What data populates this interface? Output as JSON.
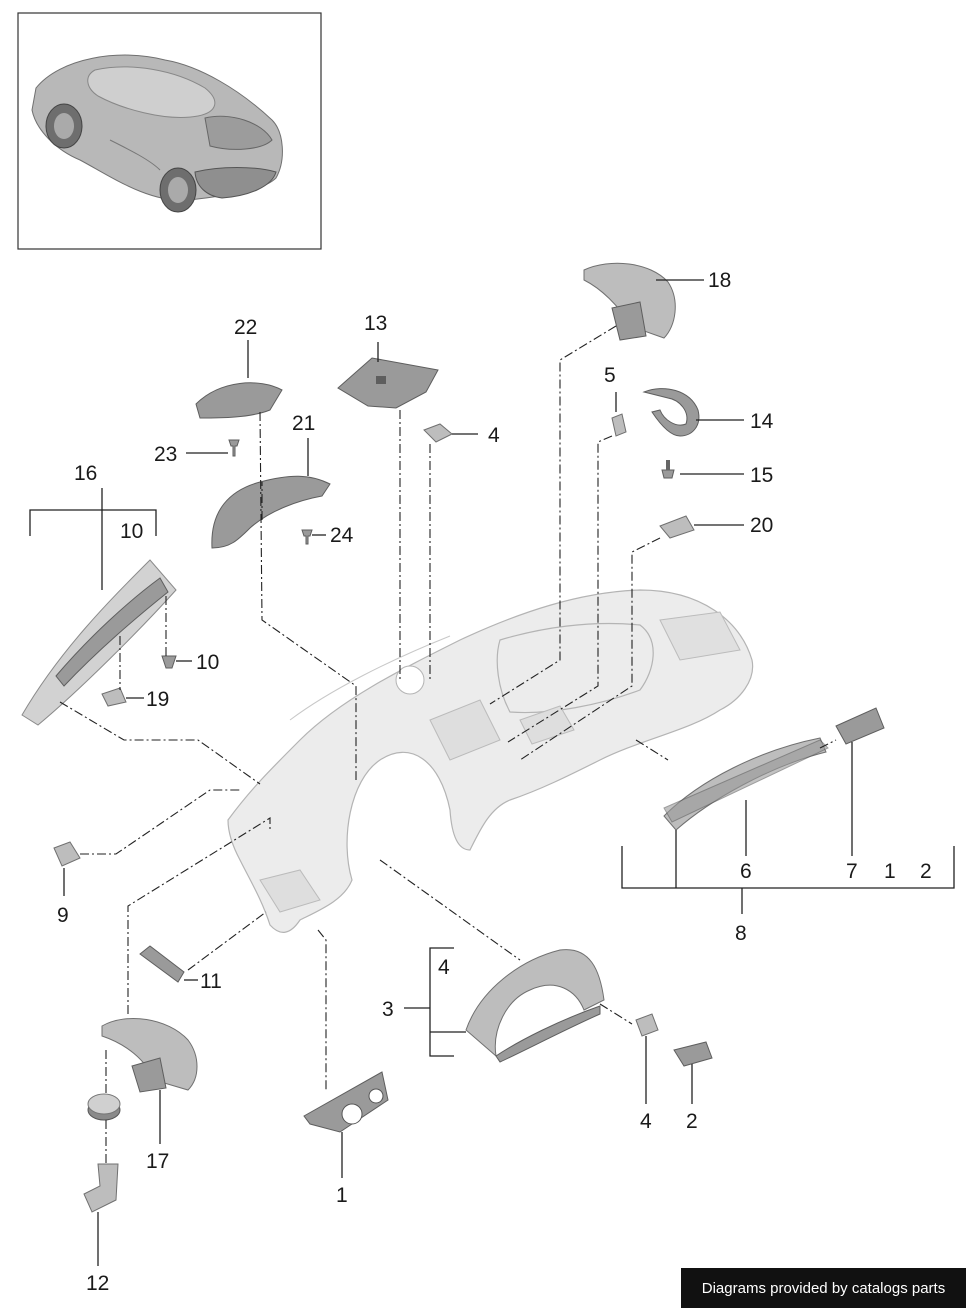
{
  "callouts": {
    "c1": "1",
    "c2": "2",
    "c3": "3",
    "c4a": "4",
    "c4b": "4",
    "c4c": "4",
    "c5": "5",
    "c6": "6",
    "c7": "7",
    "c8": "8",
    "c9": "9",
    "c10a": "10",
    "c10b": "10",
    "c11": "11",
    "c12": "12",
    "c13": "13",
    "c14": "14",
    "c15": "15",
    "c16": "16",
    "c17": "17",
    "c18": "18",
    "c19": "19",
    "c20": "20",
    "c21": "21",
    "c22": "22",
    "c23": "23",
    "c24": "24",
    "c1b": "1",
    "c2b": "2"
  },
  "credit": "Diagrams provided by catalogs parts"
}
